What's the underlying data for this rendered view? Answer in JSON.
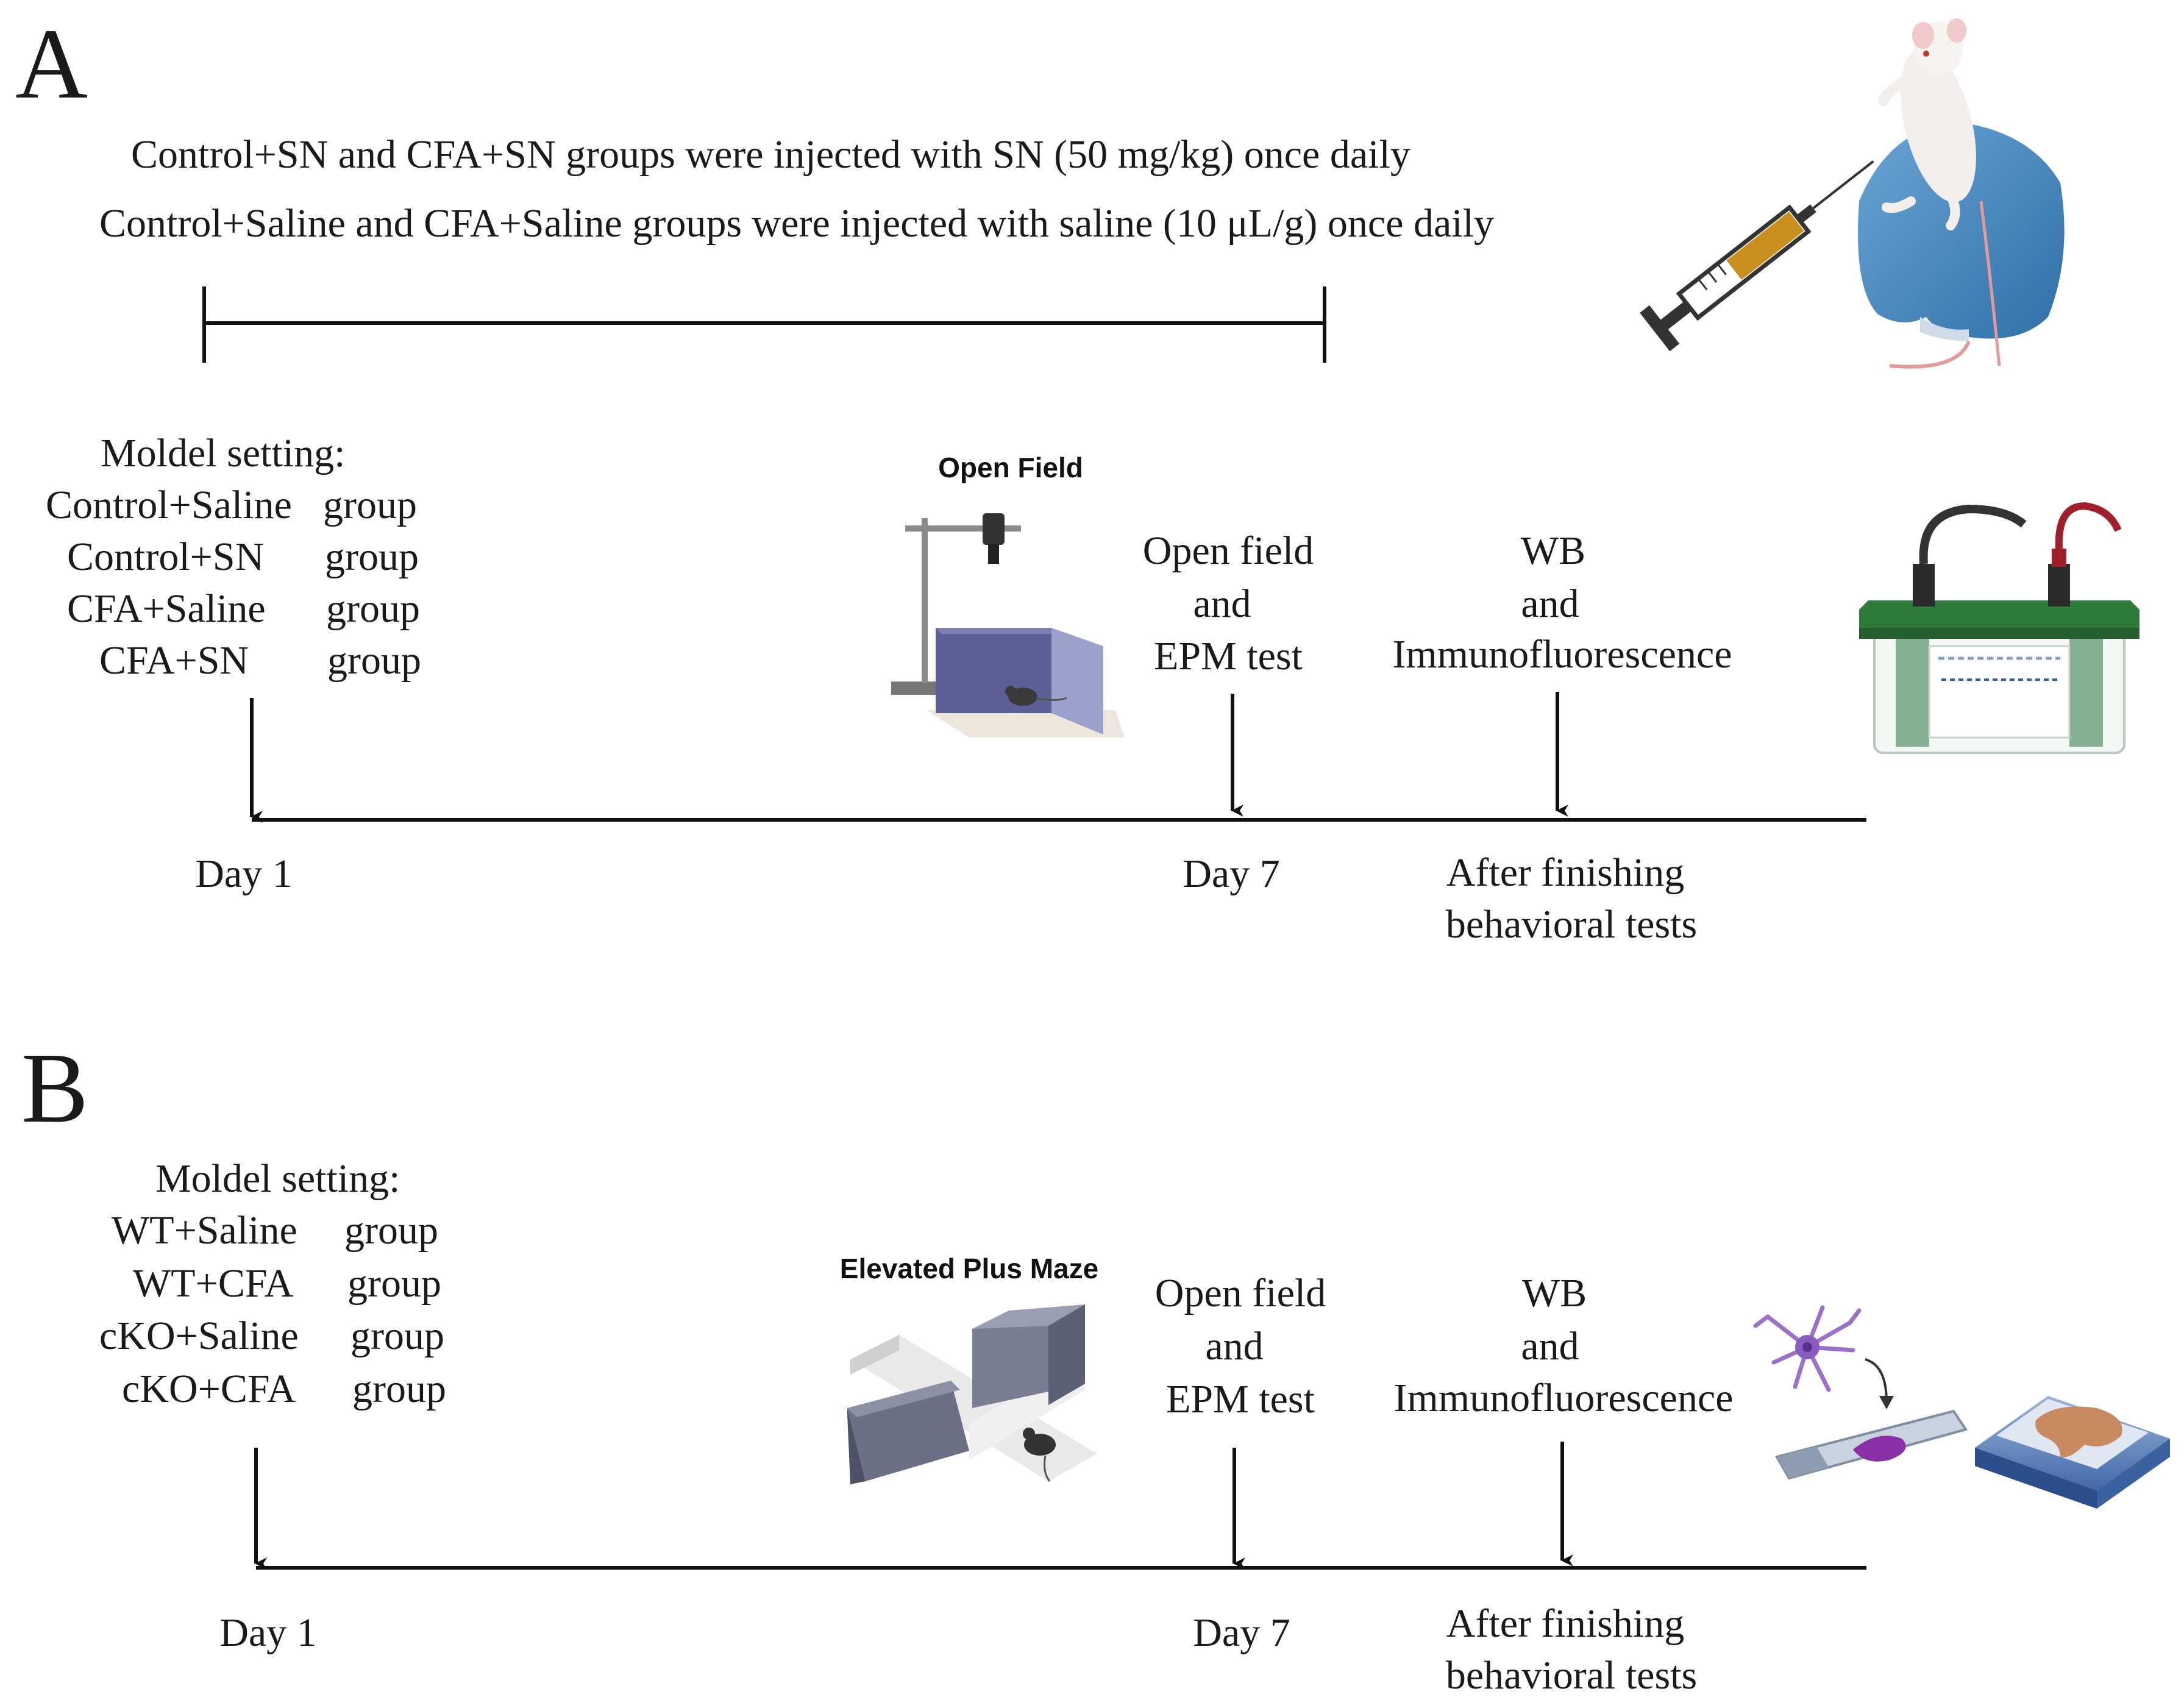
{
  "panel_a": {
    "letter": "A",
    "injection_sn": "Control+SN and CFA+SN groups were injected with SN (50 mg/kg) once daily",
    "injection_saline": "Control+Saline and CFA+Saline groups were injected with saline (10 μL/g) once daily",
    "model_title": "Moldel  setting:",
    "groups": [
      {
        "name": "Control+Saline",
        "suffix": "group"
      },
      {
        "name": "Control+SN",
        "suffix": "group"
      },
      {
        "name": "CFA+Saline",
        "suffix": "group"
      },
      {
        "name": "CFA+SN",
        "suffix": "group"
      }
    ],
    "test_label": [
      "Open field",
      "and",
      "EPM test"
    ],
    "assay_label": [
      "WB",
      "and",
      "Immunofluorescence"
    ],
    "apparatus_label": "Open Field",
    "timeline": [
      "Day 1",
      "Day 7",
      "After finishing",
      "behavioral tests"
    ]
  },
  "panel_b": {
    "letter": "B",
    "model_title": "Moldel  setting:",
    "groups": [
      {
        "name": "WT+Saline",
        "suffix": "group"
      },
      {
        "name": "WT+CFA",
        "suffix": "group"
      },
      {
        "name": "cKO+Saline",
        "suffix": "group"
      },
      {
        "name": "cKO+CFA",
        "suffix": "group"
      }
    ],
    "test_label": [
      "Open field",
      "and",
      "EPM test"
    ],
    "assay_label": [
      "WB",
      "and",
      "Immunofluorescence"
    ],
    "apparatus_label": "Elevated Plus Maze",
    "timeline": [
      "Day 1",
      "Day 7",
      "After finishing",
      "behavioral tests"
    ]
  }
}
